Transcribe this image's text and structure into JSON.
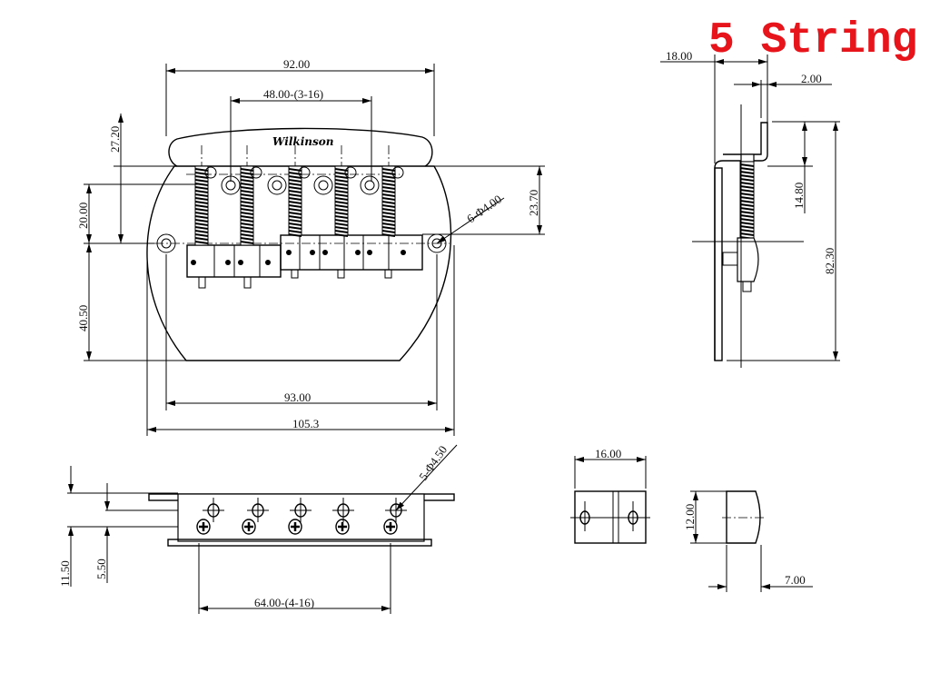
{
  "title": {
    "text": "5 String",
    "color": "#e8141b"
  },
  "logo_text": "Wilkinson",
  "top_view": {
    "dims": {
      "overall_width_cap": "92.00",
      "string_spacing": "48.00-(3-16)",
      "height_27": "27.20",
      "height_20": "20.00",
      "height_40": "40.50",
      "height_23": "23.70",
      "mount_holes": "6-Φ4.00",
      "hole_spacing": "93.00",
      "overall_width": "105.3"
    }
  },
  "side_view": {
    "dims": {
      "depth": "18.00",
      "flange": "2.00",
      "flange_height": "14.80",
      "length": "82.30"
    }
  },
  "bottom_view": {
    "dims": {
      "height_total": "11.50",
      "height_screw": "5.50",
      "holes": "5-Φ4.50",
      "spacing": "64.00-(4-16)"
    }
  },
  "saddle_detail": {
    "dims": {
      "width": "16.00",
      "height": "12.00",
      "depth": "7.00"
    }
  }
}
